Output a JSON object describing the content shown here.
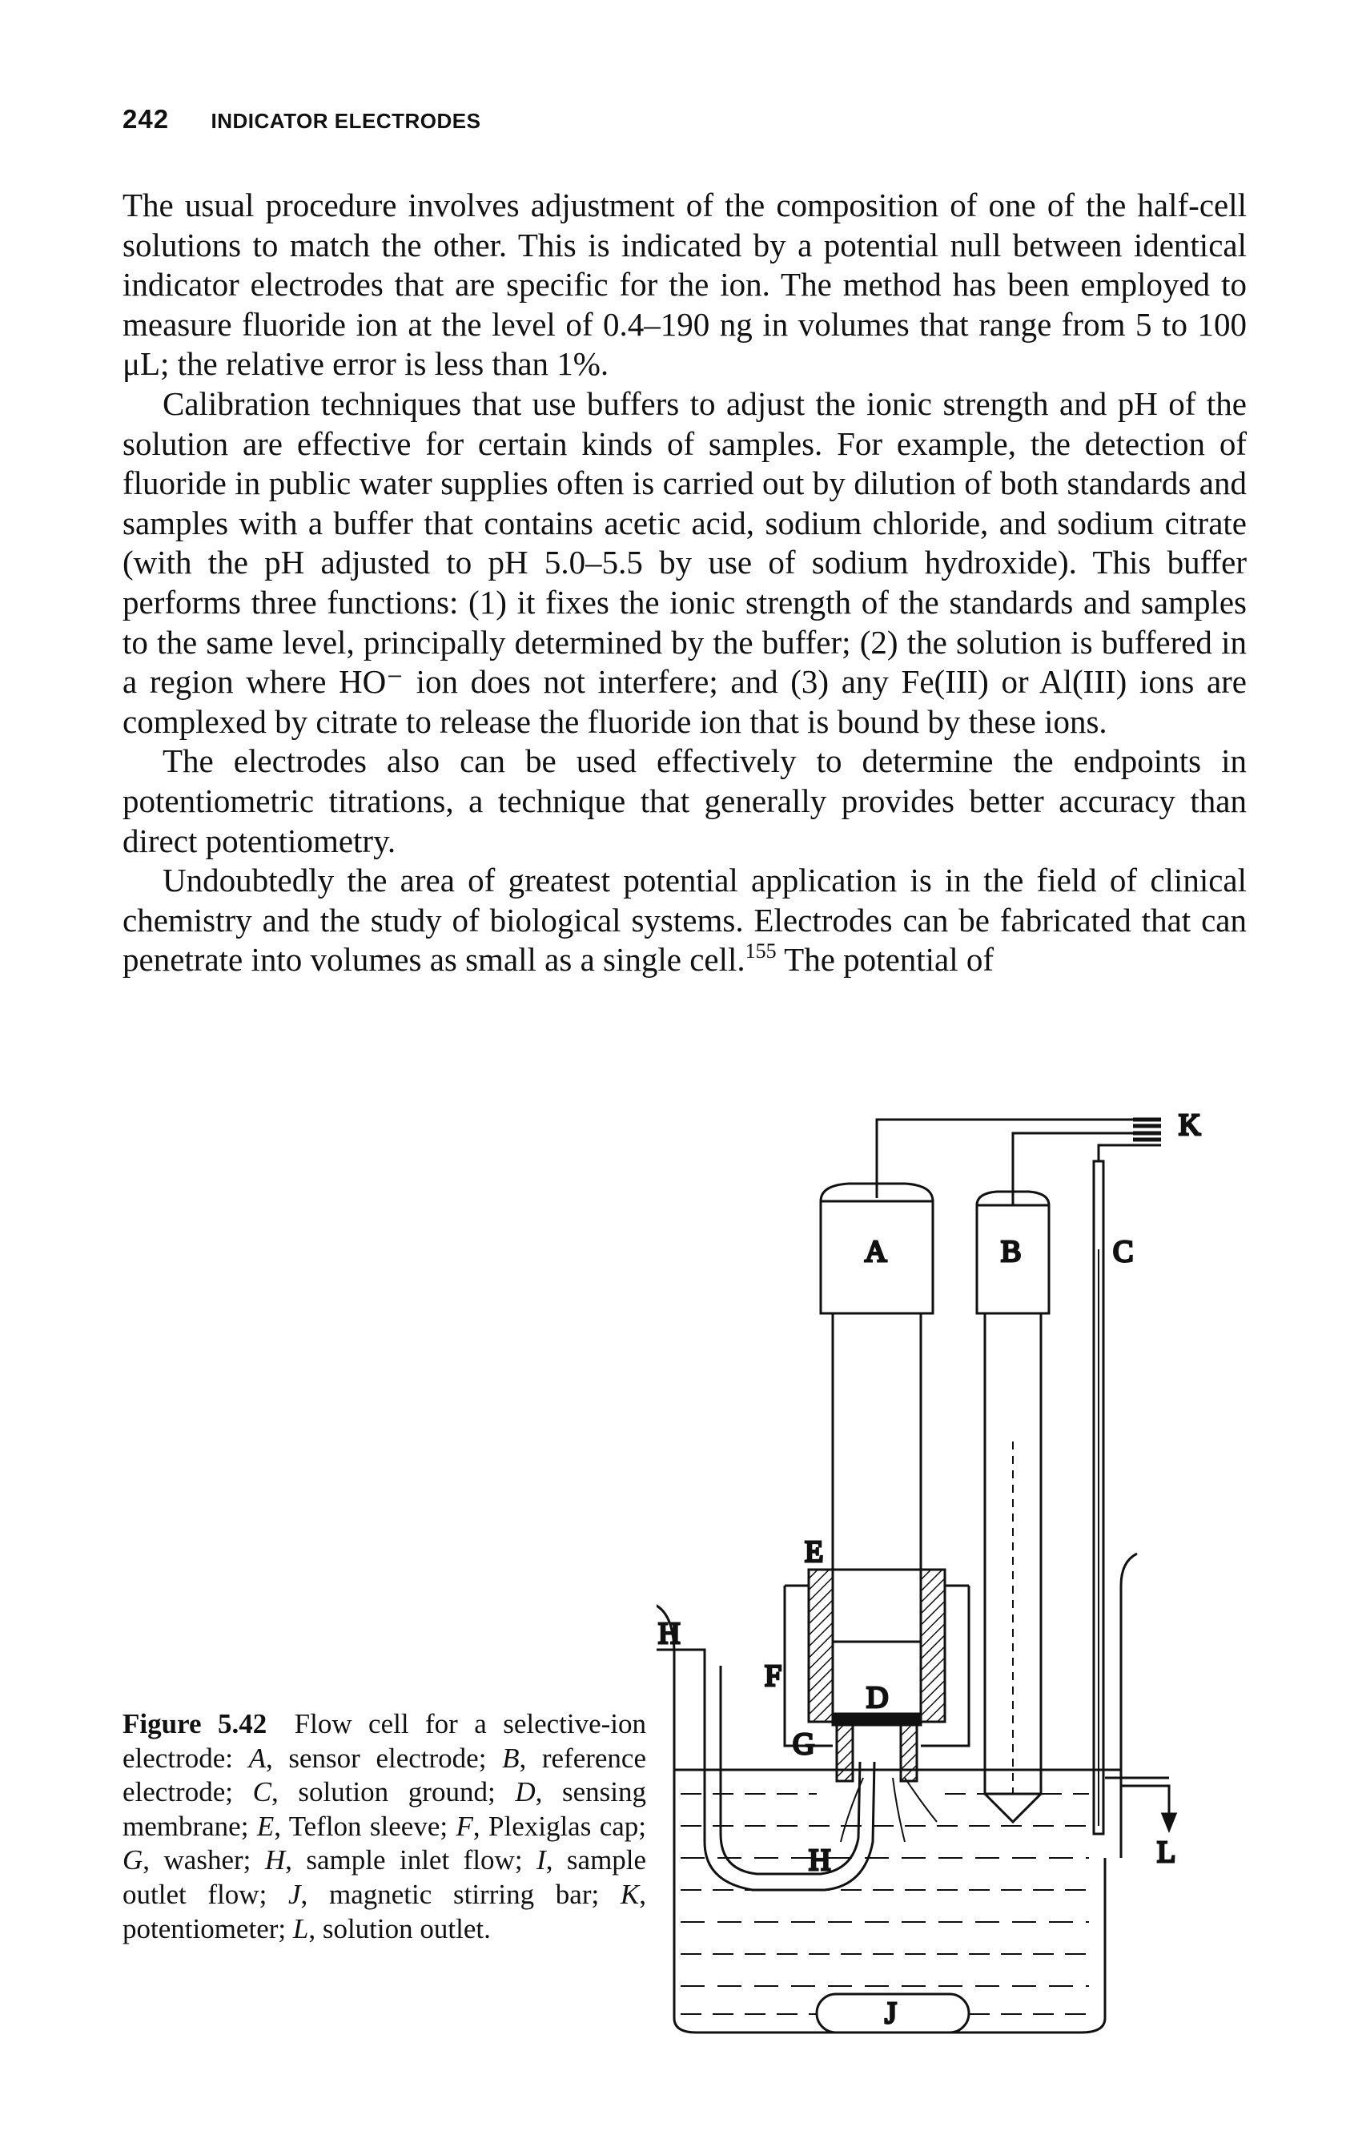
{
  "running_head": {
    "page_number": "242",
    "section_title": "INDICATOR ELECTRODES"
  },
  "paragraphs": [
    "The usual procedure involves adjustment of the composition of one of the half-cell solutions to match the other. This is indicated by a potential null between identical indicator electrodes that are specific for the ion. The method has been employed to measure fluoride ion at the level of 0.4–190 ng in volumes that range from 5 to 100 μL; the relative error is less than 1%.",
    "Calibration techniques that use buffers to adjust the ionic strength and pH of the solution are effective for certain kinds of samples. For example, the detection of fluoride in public water supplies often is carried out by dilution of both standards and samples with a buffer that contains acetic acid, sodium chloride, and sodium citrate (with the pH adjusted to pH 5.0–5.5 by use of sodium hydroxide). This buffer performs three functions: (1) it fixes the ionic strength of the standards and samples to the same level, principally determined by the buffer; (2) the solution is buffered in a region where HO⁻ ion does not interfere; and (3) any Fe(III) or Al(III) ions are complexed by citrate to release the fluoride ion that is bound by these ions.",
    "The electrodes also can be used effectively to determine the endpoints in potentiometric titrations, a technique that generally provides better accuracy than direct potentiometry."
  ],
  "last_paragraph": {
    "text": "Undoubtedly the area of greatest potential application is in the field of clinical chemistry and the study of biological systems. Electrodes can be fabricated that can penetrate into volumes as small as a single cell.",
    "ref": "155",
    "tail": " The potential of"
  },
  "caption": {
    "label": "Figure 5.42",
    "intro": "Flow cell for a selective-ion electrode:",
    "items": [
      {
        "letter": "A",
        "text": "sensor electrode;"
      },
      {
        "letter": "B",
        "text": "reference electrode;"
      },
      {
        "letter": "C",
        "text": "solution ground;"
      },
      {
        "letter": "D",
        "text": "sensing membrane;"
      },
      {
        "letter": "E",
        "text": "Teflon sleeve;"
      },
      {
        "letter": "F",
        "text": "Plexiglas cap;"
      },
      {
        "letter": "G",
        "text": "washer;"
      },
      {
        "letter": "H",
        "text": "sample inlet flow;"
      },
      {
        "letter": "I",
        "text": "sample outlet flow;"
      },
      {
        "letter": "J",
        "text": "magnetic stirring bar;"
      },
      {
        "letter": "K",
        "text": "potentiometer;"
      },
      {
        "letter": "L",
        "text": "solution outlet."
      }
    ]
  },
  "figure_labels": {
    "a": "A",
    "b": "B",
    "c": "C",
    "d": "D",
    "e": "E",
    "f": "F",
    "g": "G",
    "h_top": "H",
    "h_low": "H",
    "j": "J",
    "k": "K",
    "l": "L"
  }
}
